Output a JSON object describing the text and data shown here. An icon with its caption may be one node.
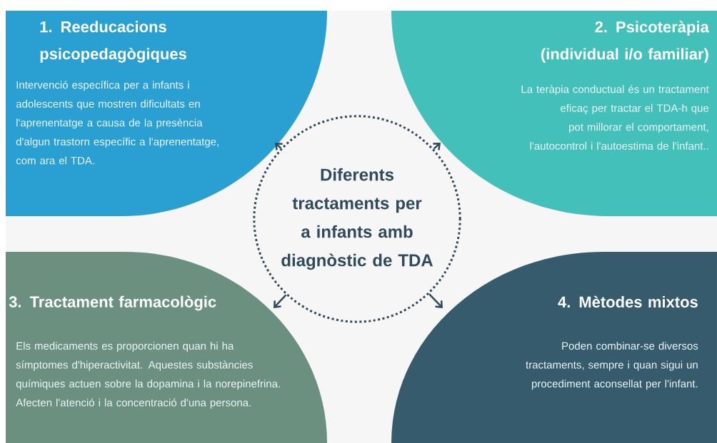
{
  "diagram": {
    "nodes": [
      {
        "text": [
          "Diferents tractaments per a infants amb diagnòstic de TDA"
        ]
      },
      {
        "text": [
          "1. Reeducacions psicopedagògiques",
          "Intervenció específica per a infants i adolescents que mostren dificultats en l'aprenentatge a causa de la presència d'algun trastorn específic a l'aprenentatge, com ara el TDA."
        ]
      },
      {
        "text": [
          "2. Psicoteràpia (individual i/o familiar)",
          "La teràpia conductual és un tractament eficaç per tractar el TDA-h que pot millorar el comportament, l'autocontrol i l'autoestima de l'infant.."
        ]
      },
      {
        "text": [
          "3. Tractament farmacològic",
          "Els medicaments es proporcionen quan hi ha símptomes d'hiperactivitat. Aquestes substàncies químiques actuen sobre la dopamina i la norepinefrina. Afecten l'atenció i la concentració d'una persona."
        ]
      },
      {
        "text": [
          "4. Mètodes mixtos",
          "Poden combinar-se diversos tractaments, sempre i quan sigui un procediment aconsellat per l'infant."
        ]
      }
    ],
    "edges": [
      {
        "from": 0,
        "to": 1,
        "arrow": "to"
      },
      {
        "from": 0,
        "to": 2,
        "arrow": "to"
      },
      {
        "from": 0,
        "to": 3,
        "arrow": "to"
      },
      {
        "from": 0,
        "to": 4,
        "arrow": "to"
      }
    ]
  }
}
